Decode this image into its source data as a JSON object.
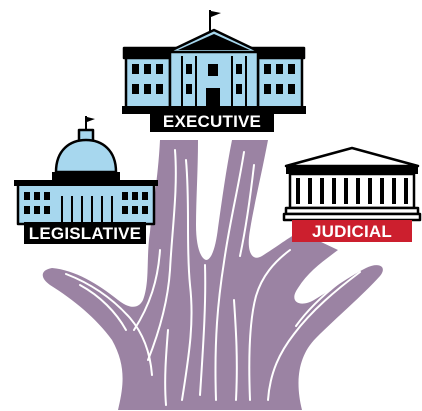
{
  "branches": {
    "executive": {
      "label": "EXECUTIVE",
      "label_bg": "#000000"
    },
    "legislative": {
      "label": "LEGISLATIVE",
      "label_bg": "#000000"
    },
    "judicial": {
      "label": "JUDICIAL",
      "label_bg": "#cc1f2e"
    }
  },
  "colors": {
    "tree": "#9b83a3",
    "tree_line": "#ffffff",
    "building": "#a7d7ee",
    "outline": "#000000"
  },
  "icons": [
    "tree-icon",
    "white-house-icon",
    "capitol-icon",
    "supreme-court-icon",
    "flag-icon"
  ]
}
